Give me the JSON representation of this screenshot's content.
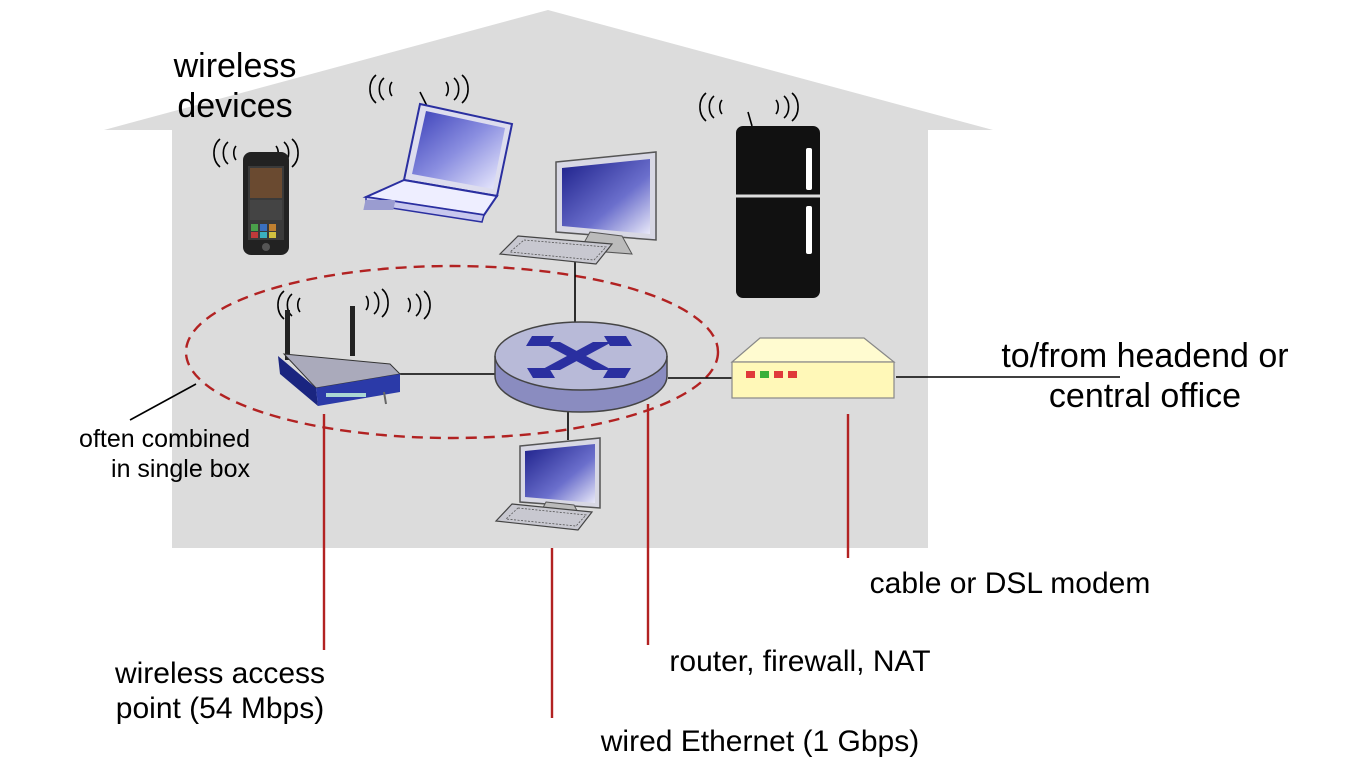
{
  "labels": {
    "wireless_devices": "wireless\ndevices",
    "headend": "to/from headend or\ncentral office",
    "often_combined": "often combined\nin single box",
    "wireless_access_point": "wireless access\npoint (54 Mbps)",
    "wired_ethernet": "wired Ethernet (1 Gbps)",
    "router": "router, firewall, NAT",
    "modem": "cable or DSL modem"
  },
  "icons": [
    "house-icon",
    "smartphone-icon",
    "laptop-icon",
    "desktop-computer-icon",
    "refrigerator-icon",
    "wireless-access-point-icon",
    "router-icon",
    "modem-icon",
    "wifi-signal-icon"
  ],
  "colors": {
    "house": "#dcdcdc",
    "callout": "#b22222",
    "router_body": "#b8bad8",
    "router_x": "#2a2fa0",
    "modem": "#fff8b8",
    "fridge": "#111111"
  }
}
